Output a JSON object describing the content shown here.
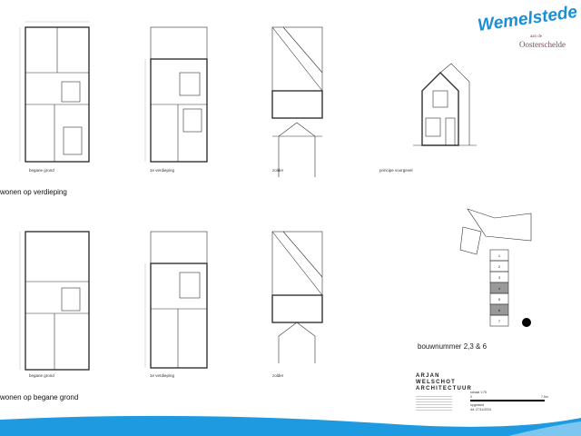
{
  "logo": {
    "brand": "Wemelstede",
    "sub1": "aan de",
    "sub2": "Oosterschelde"
  },
  "rows": [
    {
      "title": "wonen op verdieping",
      "labels": [
        "begane grond",
        "1e verdieping",
        "zolder",
        "principe voorgevel"
      ]
    },
    {
      "title": "wonen op begane grond",
      "labels": [
        "begane grond",
        "1e verdieping",
        "zolder"
      ]
    }
  ],
  "site": {
    "caption": "bouwnummer 2,3 & 6",
    "lots": [
      "1",
      "2",
      "3",
      "4",
      "5",
      "6",
      "7"
    ]
  },
  "titleblock": {
    "firm": [
      "Arjan",
      "Welschot",
      "Architectuur"
    ],
    "scale": "schaal 1:75",
    "scale_start": "0",
    "scale_end": "7,5m",
    "drawn": "opgesteld",
    "date": "dd. 27/11/2024"
  },
  "colors": {
    "brand": "#1a8fd6",
    "wave": "#1e9be0"
  }
}
